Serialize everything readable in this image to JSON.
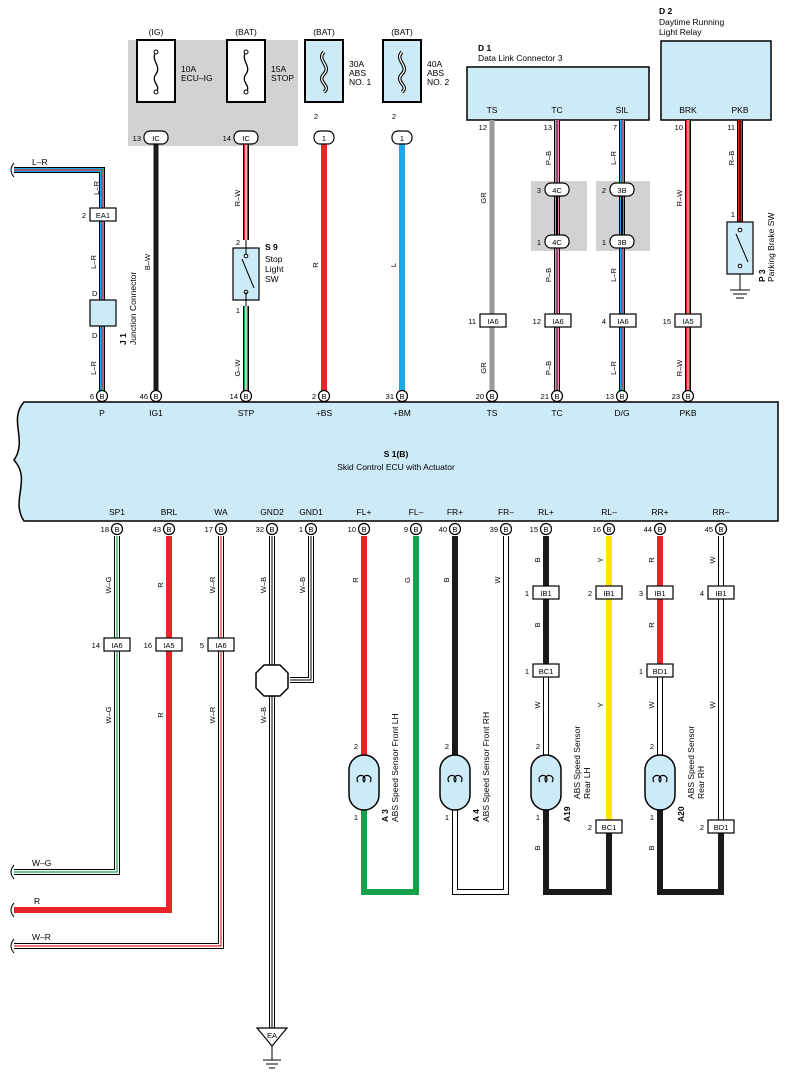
{
  "fuses": [
    {
      "supply": "(IG)",
      "rating": "10A",
      "name": "ECU–IG",
      "conn": "IC",
      "pin": "13"
    },
    {
      "supply": "(BAT)",
      "rating": "15A",
      "name": "STOP",
      "conn": "IC",
      "pin": "14"
    },
    {
      "supply": "(BAT)",
      "rating": "30A",
      "name1": "ABS",
      "name2": "NO. 1",
      "conn": "1",
      "pin": "2"
    },
    {
      "supply": "(BAT)",
      "rating": "40A",
      "name1": "ABS",
      "name2": "NO. 2",
      "conn": "1",
      "pin": "2"
    }
  ],
  "d1": {
    "id": "D 1",
    "name": "Data Link Connector 3",
    "pins": [
      "TS",
      "TC",
      "SIL"
    ],
    "pin_nums": [
      "12",
      "13",
      "7"
    ]
  },
  "d2": {
    "id": "D 2",
    "name1": "Daytime Running",
    "name2": "Light Relay",
    "pins": [
      "BRK",
      "PKB"
    ],
    "pin_nums": [
      "10",
      "11"
    ]
  },
  "j1": {
    "id": "J 1",
    "name": "Junction Connector"
  },
  "s9": {
    "id": "S 9",
    "name1": "Stop",
    "name2": "Light",
    "name3": "SW"
  },
  "p3": {
    "id": "P 3",
    "name": "Parking Brake SW"
  },
  "ecu": {
    "id": "S 1(B)",
    "name": "Skid Control ECU with Actuator"
  },
  "top_pins": [
    {
      "name": "P",
      "num": "6",
      "conn": "B"
    },
    {
      "name": "IG1",
      "num": "46",
      "conn": "B"
    },
    {
      "name": "STP",
      "num": "14",
      "conn": "B"
    },
    {
      "name": "+BS",
      "num": "2",
      "conn": "B"
    },
    {
      "name": "+BM",
      "num": "31",
      "conn": "B"
    },
    {
      "name": "TS",
      "num": "20",
      "conn": "B"
    },
    {
      "name": "TC",
      "num": "21",
      "conn": "B"
    },
    {
      "name": "D/G",
      "num": "13",
      "conn": "B"
    },
    {
      "name": "PKB",
      "num": "23",
      "conn": "B"
    }
  ],
  "bottom_pins": [
    {
      "name": "SP1",
      "num": "18",
      "conn": "B"
    },
    {
      "name": "BRL",
      "num": "43",
      "conn": "B"
    },
    {
      "name": "WA",
      "num": "17",
      "conn": "B"
    },
    {
      "name": "GND2",
      "num": "32",
      "conn": "B"
    },
    {
      "name": "GND1",
      "num": "1",
      "conn": "B"
    },
    {
      "name": "FL+",
      "num": "10",
      "conn": "B"
    },
    {
      "name": "FL–",
      "num": "9",
      "conn": "B"
    },
    {
      "name": "FR+",
      "num": "40",
      "conn": "B"
    },
    {
      "name": "FR–",
      "num": "39",
      "conn": "B"
    },
    {
      "name": "RL+",
      "num": "15",
      "conn": "B"
    },
    {
      "name": "RL–",
      "num": "16",
      "conn": "B"
    },
    {
      "name": "RR+",
      "num": "44",
      "conn": "B"
    },
    {
      "name": "RR–",
      "num": "45",
      "conn": "B"
    }
  ],
  "wire_codes": {
    "lr": "L–R",
    "bw": "B–W",
    "rw": "R–W",
    "gw": "G–W",
    "r": "R",
    "l": "L",
    "gr": "GR",
    "pb": "P–B",
    "rb": "R–B",
    "wg": "W–G",
    "wr": "W–R",
    "wb": "W–B",
    "g": "G",
    "b": "B",
    "w": "W",
    "y": "Y"
  },
  "connectors": {
    "ea1": "EA1",
    "ia6": "IA6",
    "ia5": "IA5",
    "c4c": "4C",
    "c3b": "3B",
    "ib1": "IB1",
    "bc1": "BC1",
    "bd1": "BD1",
    "ea": "EA",
    "d": "D"
  },
  "sensors": [
    {
      "id": "A 3",
      "name": "ABS Speed Sensor Front LH"
    },
    {
      "id": "A 4",
      "name": "ABS Speed Sensor Front RH"
    },
    {
      "id": "A19",
      "name1": "ABS Speed Sensor",
      "name2": "Rear LH"
    },
    {
      "id": "A20",
      "name1": "ABS Speed Sensor",
      "name2": "Rear RH"
    }
  ],
  "colors": {
    "red": "#e8262a",
    "blue": "#19a9e8",
    "green": "#15a04a",
    "pink": "#e38ab8",
    "gray": "#9a9a9a",
    "yellow": "#ffe600",
    "ecu_fill": "#cdeaf7",
    "shade": "#d2d2d2",
    "black": "#1a1a1a"
  }
}
